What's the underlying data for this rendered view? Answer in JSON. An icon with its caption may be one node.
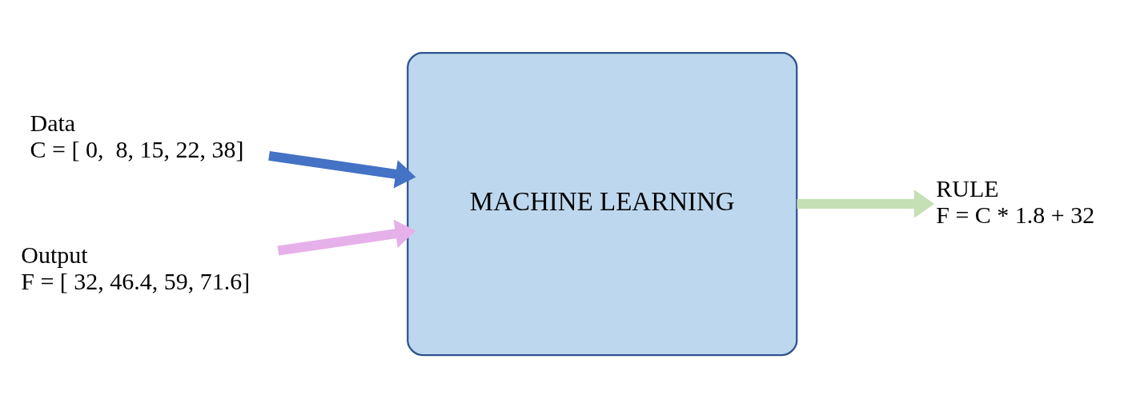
{
  "diagram": {
    "nodes": [
      {
        "text": [
          "Data",
          "C = [ 0,  8, 15, 22, 38]"
        ]
      },
      {
        "text": [
          "Output",
          "F = [ 32, 46.4, 59, 71.6]"
        ]
      },
      {
        "text": [
          "MACHINE LEARNING"
        ]
      },
      {
        "text": [
          "RULE",
          "F = C * 1.8 + 32"
        ]
      }
    ],
    "edges": [
      {
        "from": 0,
        "to": 2,
        "arrow": "to",
        "color": "#4472c4"
      },
      {
        "from": 1,
        "to": 2,
        "arrow": "to",
        "color": "#e6b0ea"
      },
      {
        "from": 2,
        "to": 3,
        "arrow": "to",
        "color": "#c5e0b4"
      }
    ]
  }
}
